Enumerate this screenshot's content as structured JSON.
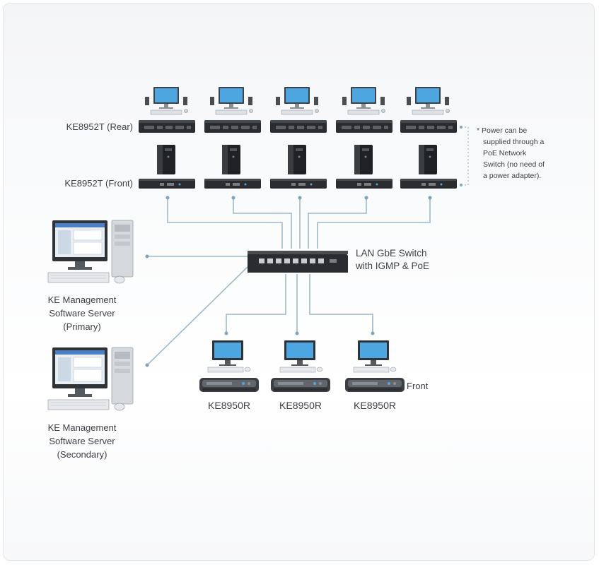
{
  "labels": {
    "tx_rear": "KE8952T (Rear)",
    "tx_front": "KE8952T (Front)",
    "switch_line1": "LAN GbE Switch",
    "switch_line2": "with IGMP & PoE",
    "poe_note": [
      "* Power can be",
      "supplied through a",
      "PoE Network",
      "Switch (no need of",
      "a power adapter)."
    ],
    "server_primary": [
      "KE Management",
      "Software Server",
      "(Primary)"
    ],
    "server_secondary": [
      "KE Management",
      "Software Server",
      "(Secondary)"
    ],
    "receivers": [
      "KE8950R",
      "KE8950R",
      "KE8950R"
    ],
    "receiver_front": "Front"
  },
  "colors": {
    "cable": "#9fb8c8",
    "device_dark": "#2a2c2f",
    "screen": "#4da6e0",
    "text": "#3b3f45"
  },
  "icons": {
    "workstation": "desktop-pc-icon",
    "tower": "tower-server-icon",
    "switch": "network-switch-icon",
    "server_pc": "server-computer-icon",
    "monitor": "monitor-icon"
  }
}
